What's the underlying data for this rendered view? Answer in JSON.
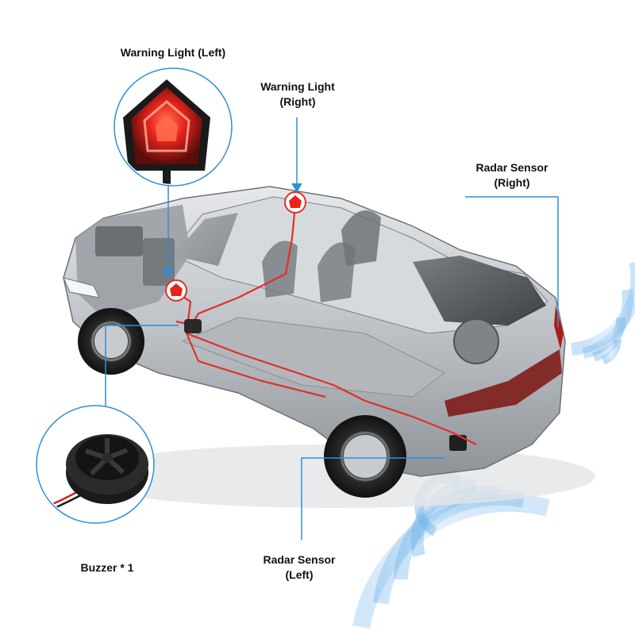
{
  "labels": {
    "warning_light_left": "Warning Light (Left)",
    "warning_light_right_line1": "Warning Light",
    "warning_light_right_line2": "(Right)",
    "radar_sensor_right_line1": "Radar Sensor",
    "radar_sensor_right_line2": "(Right)",
    "radar_sensor_left_line1": "Radar Sensor",
    "radar_sensor_left_line2": "(Left)",
    "buzzer": "Buzzer * 1"
  },
  "colors": {
    "callout_line": "#2f8fd8",
    "callout_ring": "#2f8fd8",
    "wiring": "#e0302a",
    "warning_light_glow": "#e8231c",
    "radar_wave": "#5aa7e6",
    "car_body": "#c9ccd0"
  },
  "icons": {
    "warning_light": "pentagon-warning-light-icon",
    "buzzer": "round-buzzer-icon",
    "marker": "warning-marker-icon"
  }
}
